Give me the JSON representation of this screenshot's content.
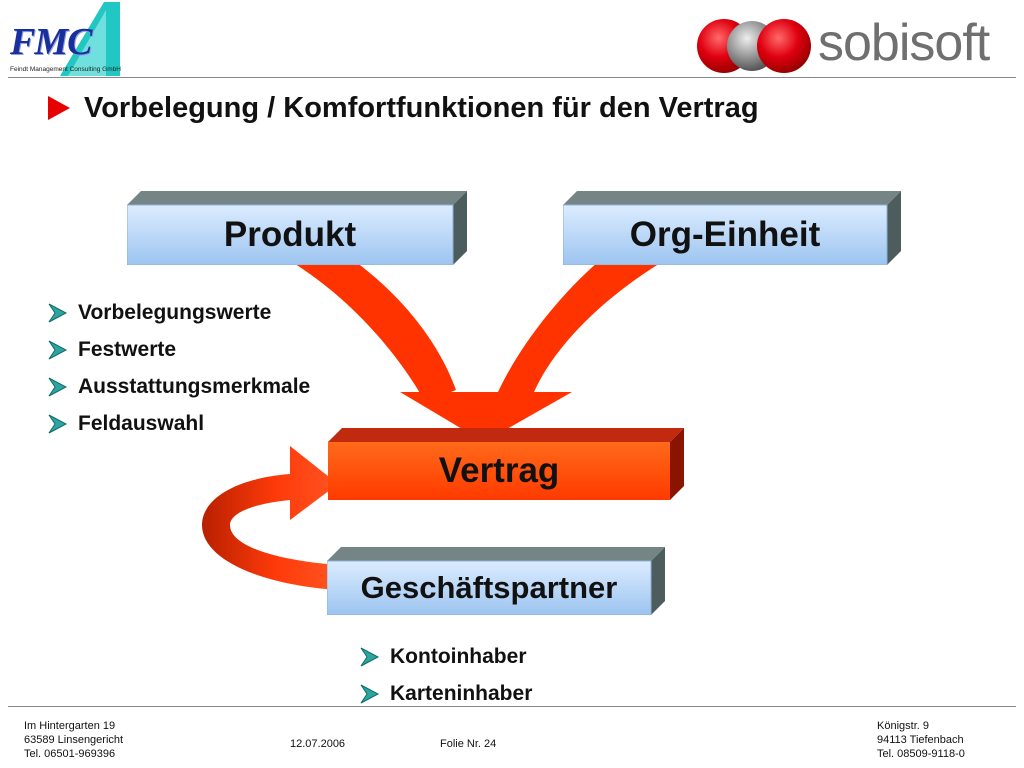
{
  "header": {
    "left_logo_text": "FMC",
    "left_logo_subtitle": "Feindt Management Consulting GmbH",
    "right_logo_text": "sobisoft"
  },
  "title": "Vorbelegung / Komfortfunktionen für den Vertrag",
  "diagram": {
    "boxes": {
      "produkt": "Produkt",
      "org_einheit": "Org-Einheit",
      "vertrag": "Vertrag",
      "geschaeftspartner": "Geschäftspartner"
    },
    "bullets_top": [
      "Vorbelegungswerte",
      "Festwerte",
      "Ausstattungsmerkmale",
      "Feldauswahl"
    ],
    "bullets_bottom": [
      "Kontoinhaber",
      "Karteninhaber"
    ]
  },
  "footer": {
    "left_lines": [
      "Im Hintergarten 19",
      "63589 Linsengericht",
      "Tel. 06501-969396"
    ],
    "date": "12.07.2006",
    "slide": "Folie Nr. 24",
    "right_lines": [
      "Königstr. 9",
      "94113 Tiefenbach",
      "Tel. 08509-9118-0"
    ]
  },
  "colors": {
    "accent_red": "#e60000",
    "arrow_red": "#ff3300",
    "box_blue_light": "#dcecff",
    "box_blue_dark": "#9cc4f0",
    "vertrag_orange": "#ff4a0a",
    "box_shadow_gray": "#6f7f7f"
  }
}
